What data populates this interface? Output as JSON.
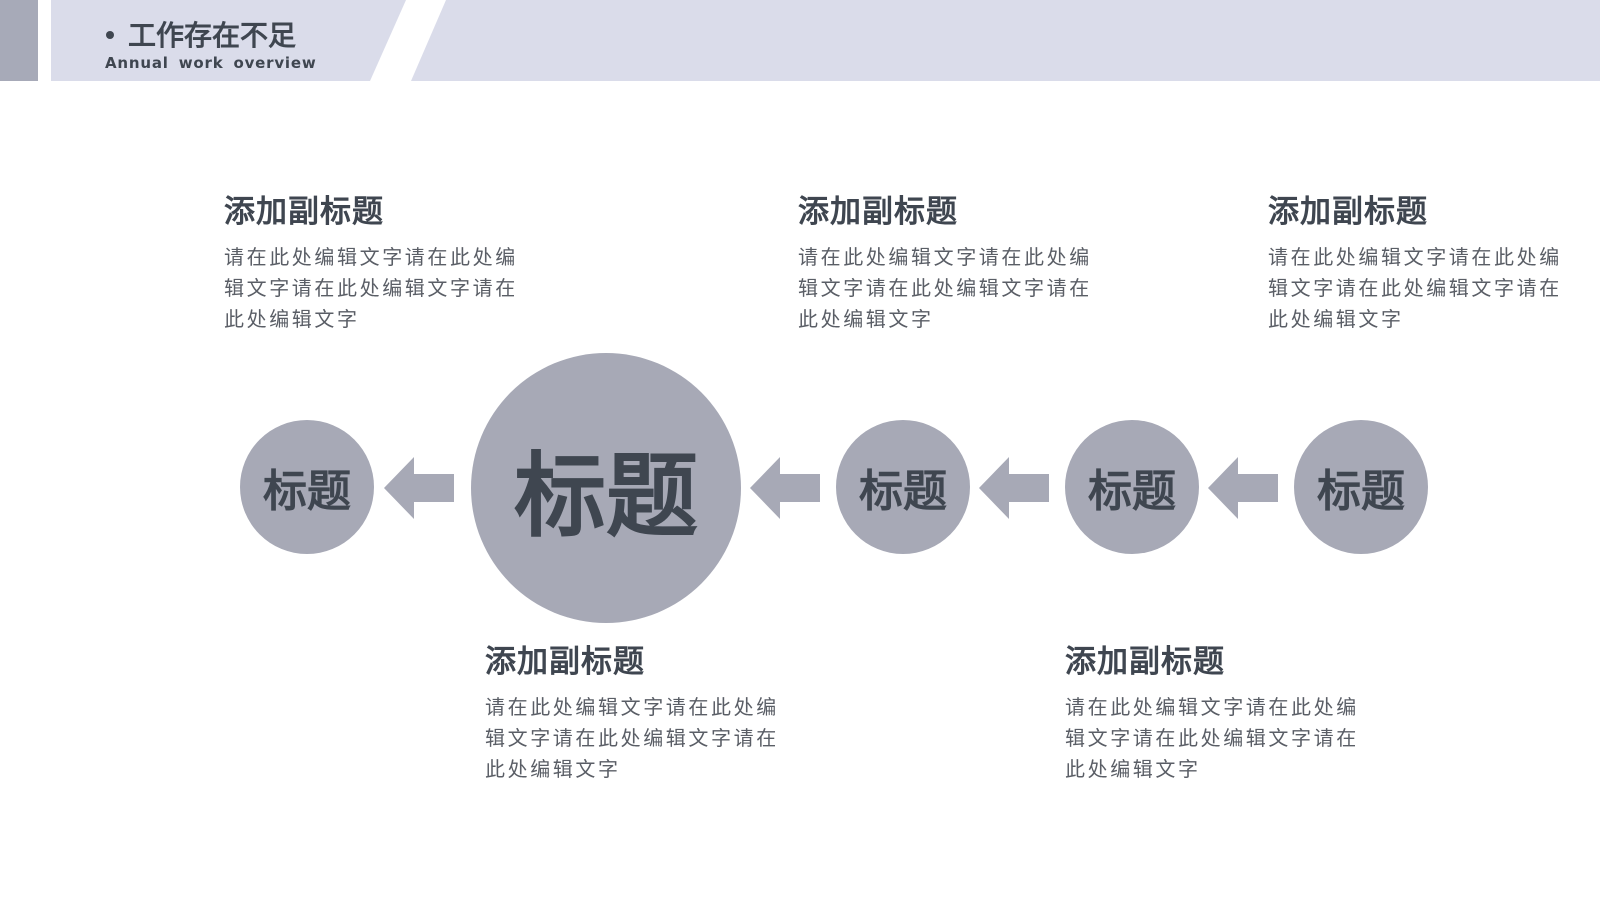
{
  "header": {
    "title": "工作存在不足",
    "subtitle": "Annual work overview",
    "colors": {
      "band": "#dadcea",
      "block": "#a7aab8",
      "text": "#3f4650"
    }
  },
  "blocks": [
    {
      "title": "添加副标题",
      "body": "请在此处编辑文字请在此处编辑文字请在此处编辑文字请在此处编辑文字"
    },
    {
      "title": "添加副标题",
      "body": "请在此处编辑文字请在此处编辑文字请在此处编辑文字请在此处编辑文字"
    },
    {
      "title": "添加副标题",
      "body": "请在此处编辑文字请在此处编辑文字请在此处编辑文字请在此处编辑文字"
    },
    {
      "title": "添加副标题",
      "body": "请在此处编辑文字请在此处编辑文字请在此处编辑文字请在此处编辑文字"
    },
    {
      "title": "添加副标题",
      "body": "请在此处编辑文字请在此处编辑文字请在此处编辑文字请在此处编辑文字"
    }
  ],
  "nodes": [
    {
      "label": "标题"
    },
    {
      "label": "标题"
    },
    {
      "label": "标题"
    },
    {
      "label": "标题"
    },
    {
      "label": "标题"
    }
  ],
  "colors": {
    "node": "#a7a9b6",
    "arrow": "#a7a9b6",
    "title_text": "#3f4650",
    "body_text": "#5a5e66"
  }
}
